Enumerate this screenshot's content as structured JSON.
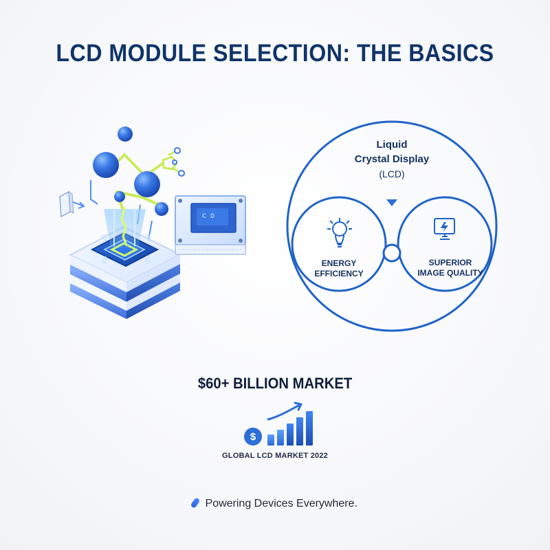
{
  "header": {
    "title": "LCD MODULE SELECTION: THE BASICS"
  },
  "lcd": {
    "line1": "Liquid",
    "line2": "Crystal Display",
    "line3": "(LCD)"
  },
  "benefits": {
    "energy_line1": "ENERGY",
    "energy_line2": "EFFICIENCY",
    "image_line1": "SUPERIOR",
    "image_line2": "IMAGE QUALITY"
  },
  "market": {
    "headline": "$60+ BILLION MARKET",
    "subtitle": "GLOBAL LCD MARKET 2022",
    "currency_symbol": "$"
  },
  "footer": {
    "tagline": "Powering Devices Everywhere."
  },
  "icons": {
    "chip": "microchip-icon",
    "molecule": "molecule-icon",
    "lcd_screen": "lcd-screen-icon",
    "energy": "lightbulb-icon",
    "image": "monitor-icon",
    "market": "dollar-growth-icon",
    "tagline": "capsule-icon"
  },
  "colors": {
    "navy": "#0f3468",
    "blue": "#2d6ed8",
    "light_blue": "#5ea3ff",
    "ring_blue": "#1f63c7",
    "accent_green": "#d8ff66"
  }
}
